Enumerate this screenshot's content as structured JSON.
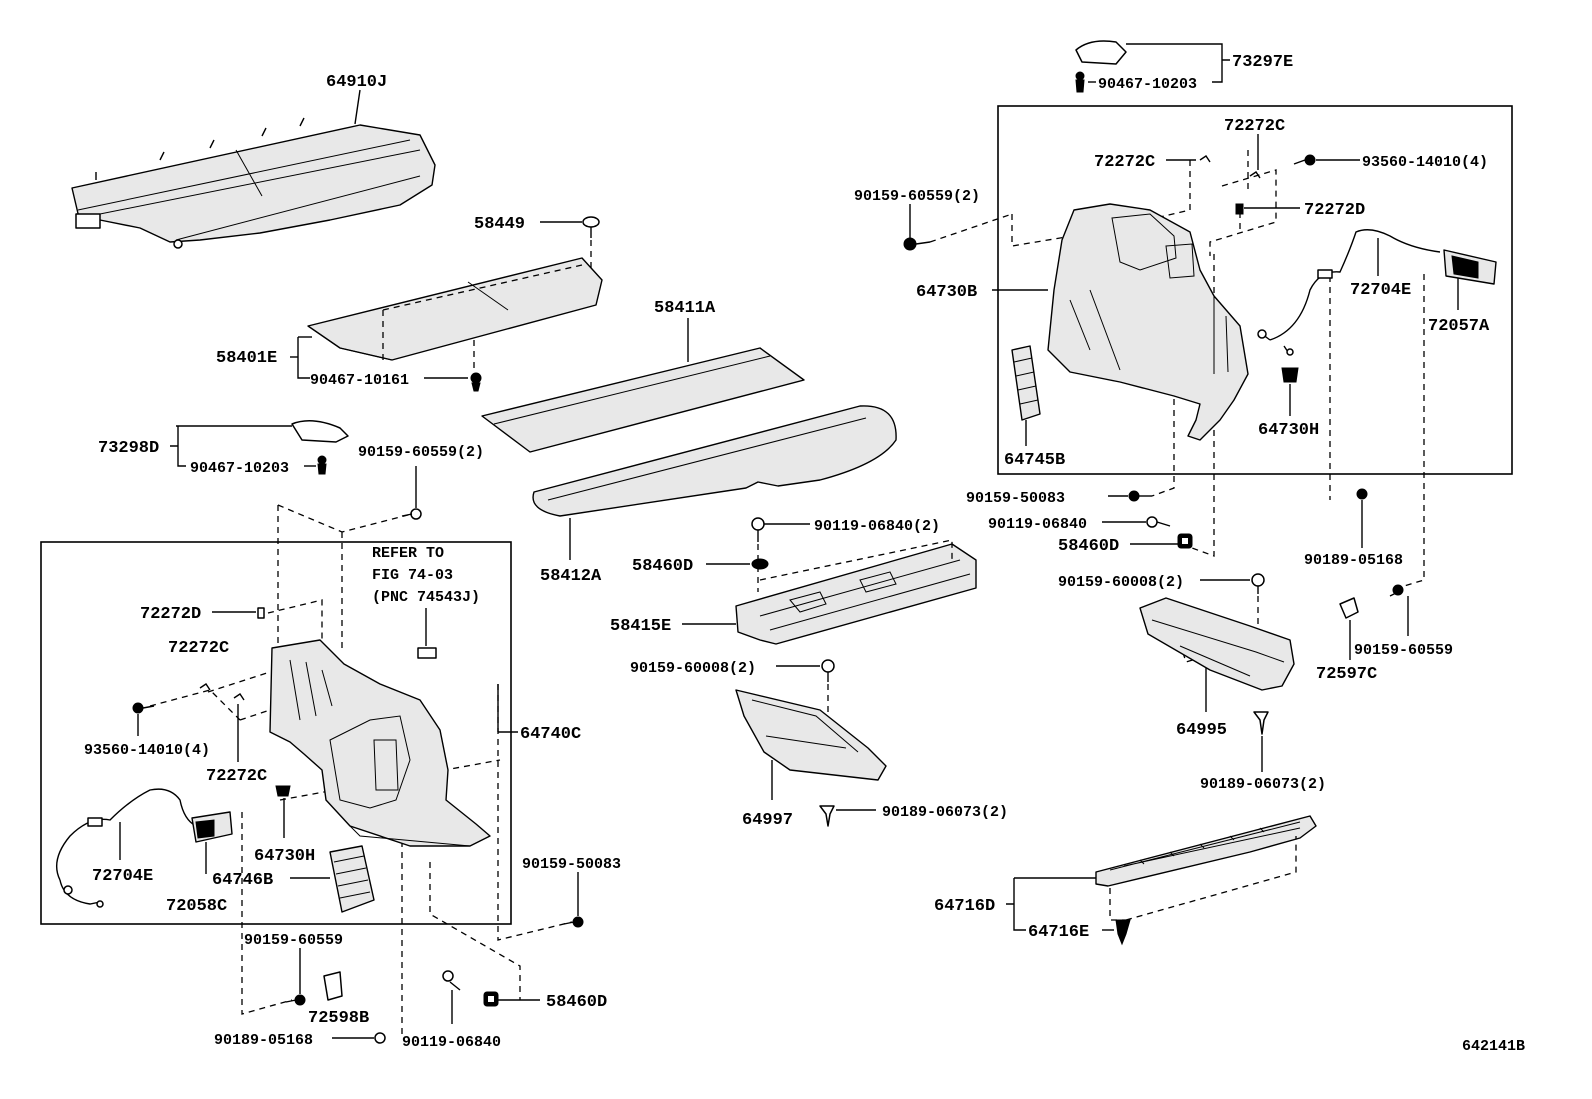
{
  "diagram_id": "642141B",
  "note": {
    "line1": "REFER TO",
    "line2": "FIG 74-03",
    "line3": "(PNC 74543J)"
  },
  "labels": {
    "l64910J": "64910J",
    "l58449": "58449",
    "l58401E": "58401E",
    "l90467_10161": "90467-10161",
    "l58411A": "58411A",
    "l58412A": "58412A",
    "l73298D": "73298D",
    "l90467_10203_left": "90467-10203",
    "l90159_60559_2_left": "90159-60559(2)",
    "l72272D_left": "72272D",
    "l72272C_left_a": "72272C",
    "l93560_14010_4_left": "93560-14010(4)",
    "l72272C_left_b": "72272C",
    "l64740C": "64740C",
    "l64730H_left": "64730H",
    "l64746B": "64746B",
    "l72704E_left": "72704E",
    "l72058C": "72058C",
    "l90159_60559_bottom": "90159-60559",
    "l72598B": "72598B",
    "l90189_05168_bottom": "90189-05168",
    "l90119_06840_bottom": "90119-06840",
    "l58460D_bottom": "58460D",
    "l90159_50083_mid": "90159-50083",
    "l90119_06840_2": "90119-06840(2)",
    "l58460D_mid": "58460D",
    "l58415E": "58415E",
    "l90159_60008_2_mid": "90159-60008(2)",
    "l64997": "64997",
    "l90189_06073_2_mid": "90189-06073(2)",
    "l73297E": "73297E",
    "l90467_10203_right": "90467-10203",
    "l72272C_right_a": "72272C",
    "l72272C_right_b": "72272C",
    "l93560_14010_4_right": "93560-14010(4)",
    "l90159_60559_2_right": "90159-60559(2)",
    "l72272D_right": "72272D",
    "l64730B": "64730B",
    "l72704E_right": "72704E",
    "l72057A": "72057A",
    "l64730H_right": "64730H",
    "l64745B": "64745B",
    "l90159_50083_right": "90159-50083",
    "l90119_06840_right": "90119-06840",
    "l58460D_right": "58460D",
    "l90189_05168_right": "90189-05168",
    "l90159_60008_2_right": "90159-60008(2)",
    "l90159_60559_right": "90159-60559",
    "l72597C": "72597C",
    "l64995": "64995",
    "l90189_06073_2_right": "90189-06073(2)",
    "l64716D": "64716D",
    "l64716E": "64716E"
  }
}
